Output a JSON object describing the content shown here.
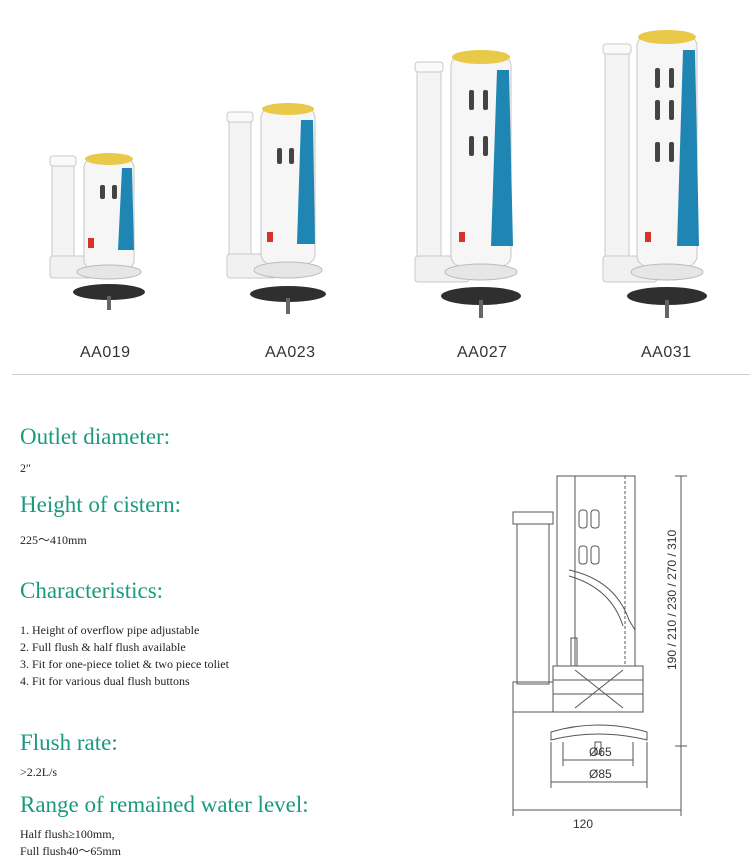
{
  "products": [
    {
      "model": "AA019"
    },
    {
      "model": "AA023"
    },
    {
      "model": "AA027"
    },
    {
      "model": "AA031"
    }
  ],
  "specs": {
    "outlet": {
      "title": "Outlet diameter:",
      "value": "2″"
    },
    "cistern": {
      "title": "Height of cistern:",
      "value": "225〜410mm"
    },
    "characteristics": {
      "title": "Characteristics:",
      "items": [
        "1. Height of overflow pipe adjustable",
        "2. Full flush & half flush available",
        "3. Fit for one-piece toliet & two piece toliet",
        "4. Fit for various dual flush buttons"
      ]
    },
    "flush_rate": {
      "title": "Flush rate:",
      "value": ">2.2L/s"
    },
    "water_level": {
      "title": "Range of remained water level:",
      "lines": [
        "Half flush≥100mm,",
        "Full flush40〜65mm"
      ]
    }
  },
  "drawing": {
    "height_dim": "190 / 210 / 230 / 270 / 310",
    "d_small": "Ø65",
    "d_large": "Ø85",
    "width_dim": "120"
  },
  "colors": {
    "accent": "#1a9a7d",
    "valve_blue": "#1f86b3",
    "valve_yellow": "#e8c94a",
    "red_tag": "#d8322a"
  }
}
